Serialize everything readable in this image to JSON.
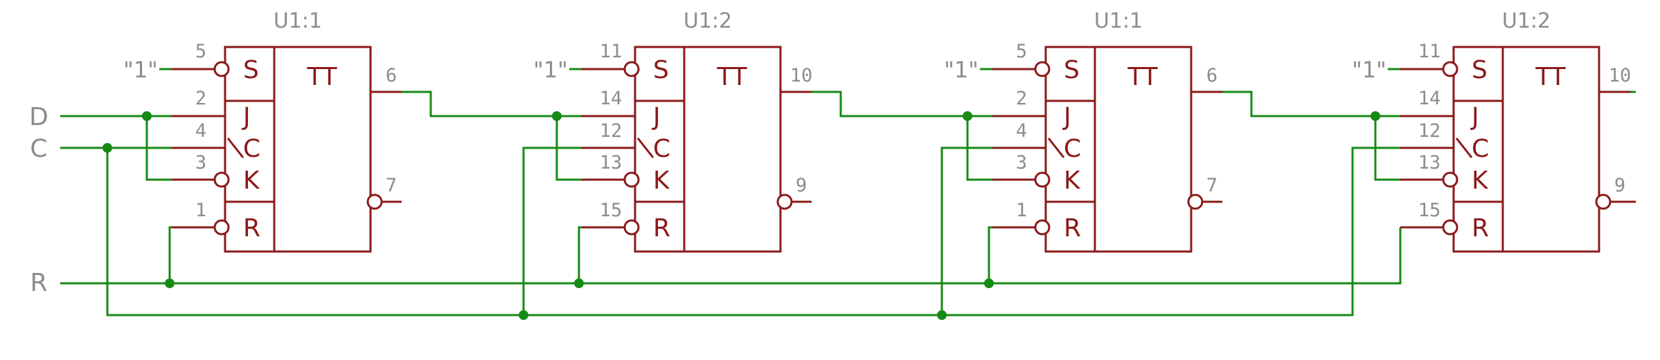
{
  "inputs": [
    {
      "name": "D"
    },
    {
      "name": "C"
    },
    {
      "name": "R"
    }
  ],
  "colors": {
    "symbol": "#8b1a1a",
    "wire": "#158a15",
    "label": "#8c8c8c",
    "background": "#ffffff"
  },
  "flipflops": [
    {
      "name": "U1:1",
      "type": "TT",
      "const": "\"1\"",
      "pins": {
        "S": "5",
        "J": "2",
        "C": "4",
        "K": "3",
        "R": "1",
        "Q": "6",
        "Qn": "7"
      },
      "labels": {
        "S": "S",
        "J": "J",
        "C": "C",
        "K": "K",
        "R": "R"
      }
    },
    {
      "name": "U1:2",
      "type": "TT",
      "const": "\"1\"",
      "pins": {
        "S": "11",
        "J": "14",
        "C": "12",
        "K": "13",
        "R": "15",
        "Q": "10",
        "Qn": "9"
      },
      "labels": {
        "S": "S",
        "J": "J",
        "C": "C",
        "K": "K",
        "R": "R"
      }
    },
    {
      "name": "U1:1",
      "type": "TT",
      "const": "\"1\"",
      "pins": {
        "S": "5",
        "J": "2",
        "C": "4",
        "K": "3",
        "R": "1",
        "Q": "6",
        "Qn": "7"
      },
      "labels": {
        "S": "S",
        "J": "J",
        "C": "C",
        "K": "K",
        "R": "R"
      }
    },
    {
      "name": "U1:2",
      "type": "TT",
      "const": "\"1\"",
      "pins": {
        "S": "11",
        "J": "14",
        "C": "12",
        "K": "13",
        "R": "15",
        "Q": "10",
        "Qn": "9"
      },
      "labels": {
        "S": "S",
        "J": "J",
        "C": "C",
        "K": "K",
        "R": "R"
      }
    }
  ]
}
